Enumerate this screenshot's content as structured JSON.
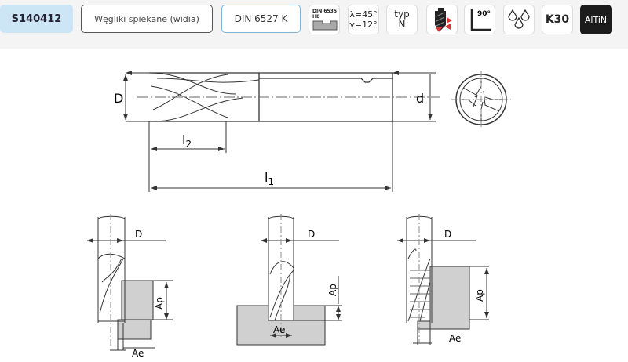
{
  "header": {
    "code": "S140412",
    "material": "Węgliki spiekane (widia)",
    "standard": "DIN 6527 K",
    "icons": {
      "shank_std_top": "DIN 6535",
      "shank_std_bottom": "HB",
      "angle1": "λ=45°",
      "angle2": "γ=12°",
      "type_top": "typ",
      "type_bottom": "N",
      "corner": "90°",
      "grade": "K30",
      "coating": "AlTiN",
      "cooling": "coolant-drops-icon",
      "geometry": "tool-geometry-icon"
    }
  },
  "drawing": {
    "D": "D",
    "d": "d",
    "l2": "l",
    "l2_sub": "2",
    "l1": "l",
    "l1_sub": "1"
  },
  "operations": [
    {
      "D": "D",
      "Ap": "Ap",
      "Ae": "Ae"
    },
    {
      "D": "D",
      "Ap": "Ap",
      "Ae": "Ae"
    },
    {
      "D": "D",
      "Ap": "Ap",
      "Ae": "Ae"
    }
  ]
}
